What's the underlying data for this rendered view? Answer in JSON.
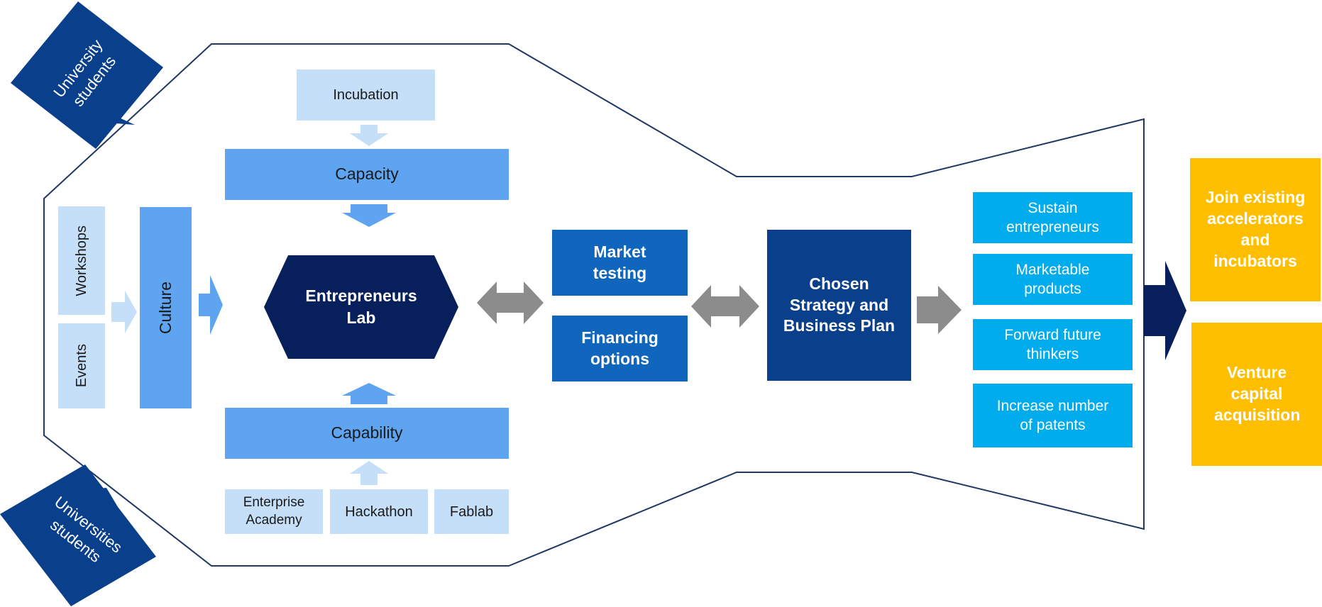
{
  "inputs": {
    "university_students": "University students",
    "universities_students": "Universities students"
  },
  "activities": {
    "workshops": "Workshops",
    "events": "Events",
    "culture": "Culture",
    "incubation": "Incubation",
    "capacity": "Capacity",
    "capability": "Capability",
    "enterprise_academy": "Enterprise Academy",
    "hackathon": "Hackathon",
    "fablab": "Fablab"
  },
  "core": {
    "entrepreneurs_lab": "Entrepreneurs Lab",
    "market_testing": "Market testing",
    "financing_options": "Financing options",
    "chosen_strategy": "Chosen Strategy and Business Plan"
  },
  "outcomes": [
    "Sustain entrepreneurs",
    "Marketable products",
    "Forward future thinkers",
    "Increase number of patents"
  ],
  "exits": {
    "join_accelerators": "Join existing accelerators and incubators",
    "venture_capital": "Venture capital acquisition"
  },
  "colors": {
    "outline": "#1f3864",
    "pale": "#c5dff8",
    "mid": "#5ea4f0",
    "blue": "#1066bd",
    "navy": "#0a3f8c",
    "dark_navy": "#071f5a",
    "cyan": "#00acec",
    "gold": "#ffbf00",
    "gray_arrow": "#8c8c8c"
  }
}
